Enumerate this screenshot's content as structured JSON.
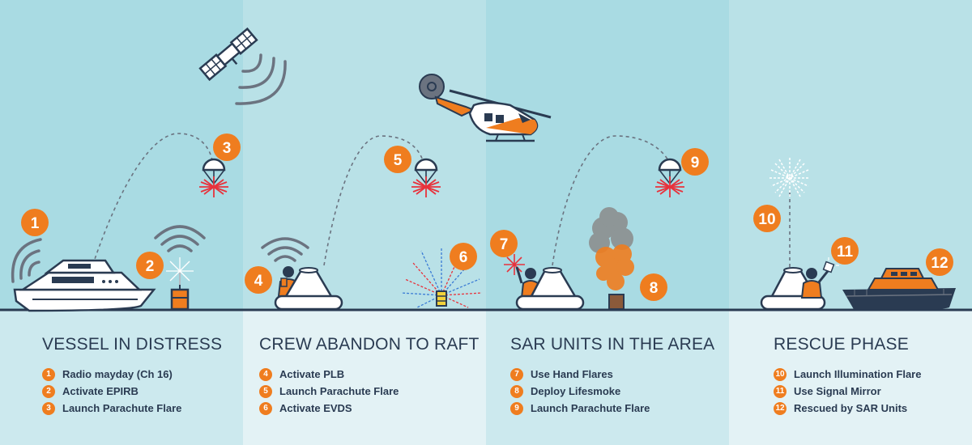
{
  "colors": {
    "accent": "#ef7d1f",
    "dark": "#2a3b52",
    "panel_bg": [
      "#a9dbe3",
      "#b9e1e7",
      "#a9dbe3",
      "#b9e1e7"
    ],
    "text_bg": [
      "#cce9ee",
      "#e3f2f5",
      "#cce9ee",
      "#e3f2f5"
    ]
  },
  "phases": [
    {
      "title": "VESSEL IN DISTRESS",
      "steps": [
        {
          "num": "1",
          "label": "Radio mayday (Ch 16)"
        },
        {
          "num": "2",
          "label": "Activate EPIRB"
        },
        {
          "num": "3",
          "label": "Launch Parachute Flare"
        }
      ]
    },
    {
      "title": "CREW ABANDON TO RAFT",
      "steps": [
        {
          "num": "4",
          "label": "Activate PLB"
        },
        {
          "num": "5",
          "label": "Launch Parachute Flare"
        },
        {
          "num": "6",
          "label": "Activate EVDS"
        }
      ]
    },
    {
      "title": "SAR UNITS IN THE AREA",
      "steps": [
        {
          "num": "7",
          "label": "Use Hand Flares"
        },
        {
          "num": "8",
          "label": "Deploy Lifesmoke"
        },
        {
          "num": "9",
          "label": "Launch Parachute Flare"
        }
      ]
    },
    {
      "title": "RESCUE PHASE",
      "steps": [
        {
          "num": "10",
          "label": "Launch Illumination Flare"
        },
        {
          "num": "11",
          "label": "Use Signal Mirror"
        },
        {
          "num": "12",
          "label": "Rescued by SAR Units"
        }
      ]
    }
  ],
  "icons": [
    "yacht-icon",
    "epirb-icon",
    "satellite-icon",
    "parachute-flare-icon",
    "life-raft-icon",
    "plb-icon",
    "evds-icon",
    "helicopter-icon",
    "hand-flare-icon",
    "lifesmoke-icon",
    "illumination-flare-icon",
    "signal-mirror-icon",
    "rescue-vessel-icon"
  ]
}
